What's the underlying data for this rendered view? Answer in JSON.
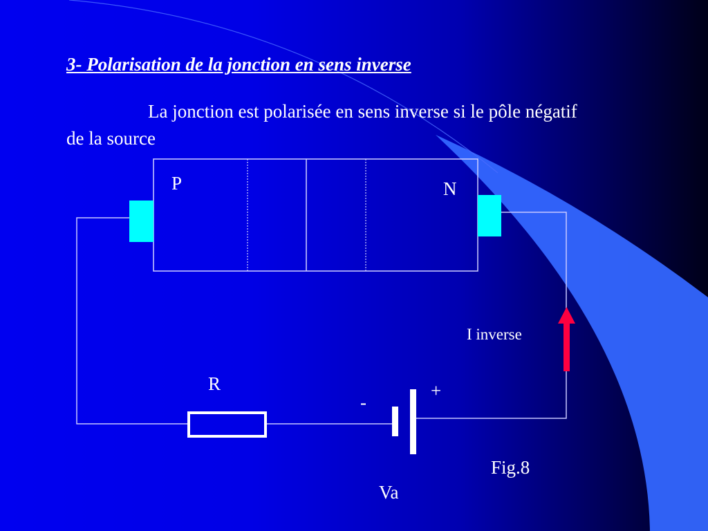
{
  "slide": {
    "title": "3- Polarisation de la jonction  en sens inverse",
    "body": "La jonction est polarisée en sens inverse si le pôle négatif de la source"
  },
  "diagram": {
    "junction": {
      "left_region_label": "P",
      "right_region_label": "N"
    },
    "resistor_label": "R",
    "battery": {
      "negative_label": "-",
      "positive_label": "+",
      "name_label": "Va"
    },
    "current_label": "I inverse",
    "figure_caption": "Fig.8"
  },
  "colors": {
    "background_start": "#0000f0",
    "background_end": "#000018",
    "electrode": "#00ffff",
    "wire": "#c8c8ff",
    "current_arrow": "#ff0040",
    "decor_swoosh": "#3366ff"
  }
}
